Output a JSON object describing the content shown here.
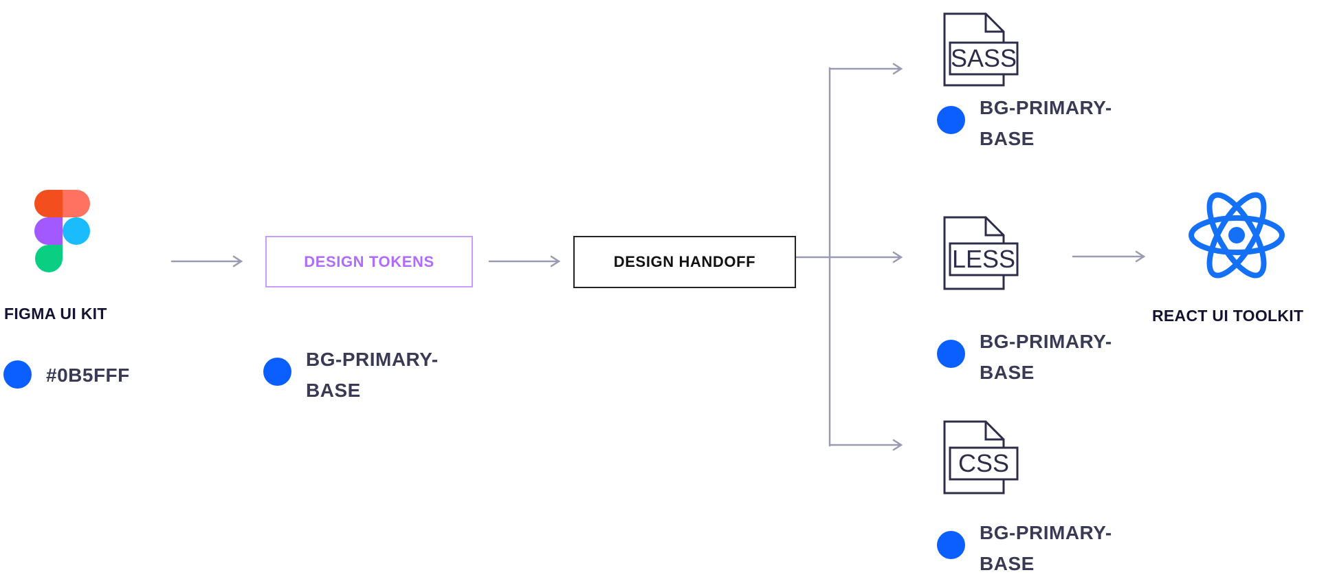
{
  "colors": {
    "token_blue": "#0B5FFF",
    "arrow_gray": "#9a9ab2",
    "tokens_purple": "#b06cff",
    "react_blue": "#1470f5",
    "figma_red": "#F24E1E",
    "figma_coral": "#FF7262",
    "figma_purple": "#A259FF",
    "figma_cyan": "#1ABCFE",
    "figma_green": "#0ACF83"
  },
  "figma": {
    "icon": "figma-logo-icon",
    "label": "FIGMA UI KIT",
    "token_value": "#0B5FFF"
  },
  "tokens": {
    "label": "DESIGN TOKENS",
    "token_line1": "BG-PRIMARY-",
    "token_line2": "BASE"
  },
  "handoff": {
    "label": "DESIGN HANDOFF"
  },
  "outputs": [
    {
      "icon": "sass-file-icon",
      "file_label": "SASS",
      "token_line1": "BG-PRIMARY-",
      "token_line2": "BASE"
    },
    {
      "icon": "less-file-icon",
      "file_label": "LESS",
      "token_line1": "BG-PRIMARY-",
      "token_line2": "BASE"
    },
    {
      "icon": "css-file-icon",
      "file_label": "CSS",
      "token_line1": "BG-PRIMARY-",
      "token_line2": "BASE"
    }
  ],
  "react": {
    "icon": "react-atom-icon",
    "label": "REACT UI TOOLKIT"
  }
}
